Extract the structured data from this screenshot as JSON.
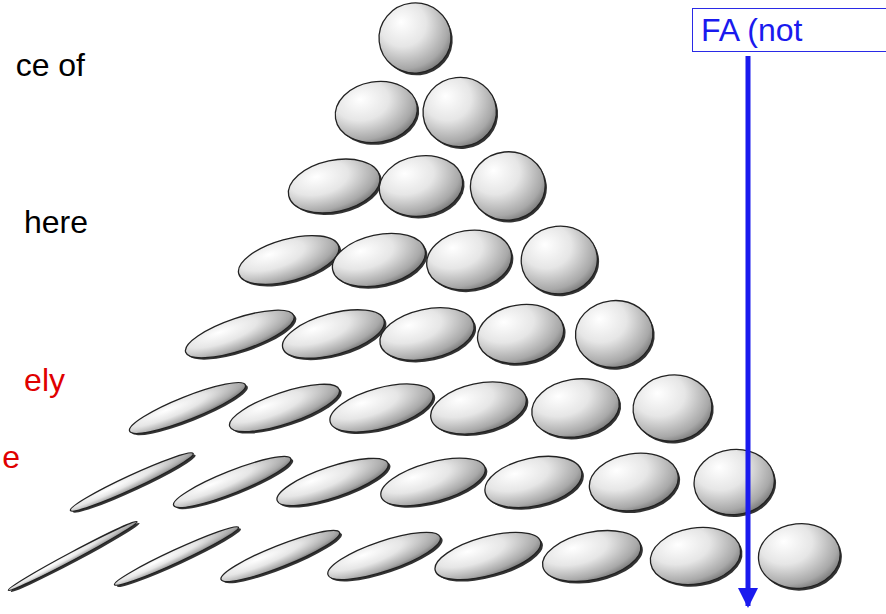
{
  "diagram": {
    "nodes": [
      {
        "text": [
          "FA (not"
        ]
      }
    ],
    "labels": [
      "ce of",
      "here",
      "ely",
      "e"
    ]
  }
}
